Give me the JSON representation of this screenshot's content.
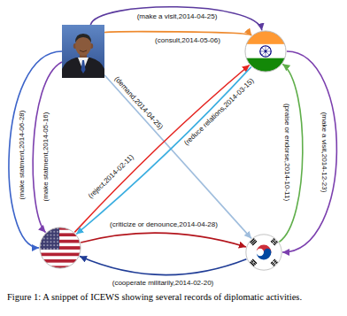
{
  "diagram": {
    "caption": "Figure 1: A snippet of ICEWS showing several records of diplomatic activities.",
    "nodes": [
      {
        "text": []
      },
      {
        "text": []
      },
      {
        "text": []
      },
      {
        "text": []
      }
    ],
    "edges": [
      {
        "from": 0,
        "to": 1,
        "label": "(make a visit,2014-04-25)",
        "arrow": "to"
      },
      {
        "from": 0,
        "to": 1,
        "label": "(consult,2014-05-06)",
        "arrow": "to"
      },
      {
        "from": 0,
        "to": 3,
        "label": "(demand,2014-04-25)",
        "arrow": "to"
      },
      {
        "from": 0,
        "to": 2,
        "label": "(make statment,2014-06-28)",
        "arrow": "to"
      },
      {
        "from": 0,
        "to": 2,
        "label": "(make statment,2014-05-16)",
        "arrow": "to"
      },
      {
        "from": 2,
        "to": 1,
        "label": "(reject,2014-02-11)",
        "arrow": "to"
      },
      {
        "from": 1,
        "to": 2,
        "label": "(reduce relations,2014-03-15)",
        "arrow": "to"
      },
      {
        "from": 1,
        "to": 3,
        "label": "(make a visit,2014-12-23)",
        "arrow": "to"
      },
      {
        "from": 3,
        "to": 1,
        "label": "(praise or endorse,2014-10-11)",
        "arrow": "to"
      },
      {
        "from": 2,
        "to": 3,
        "label": "(criticize or denounce,2014-04-28)",
        "arrow": "to"
      },
      {
        "from": 3,
        "to": 2,
        "label": "(cooperate militarily,2014-02-20)",
        "arrow": "to"
      }
    ]
  }
}
